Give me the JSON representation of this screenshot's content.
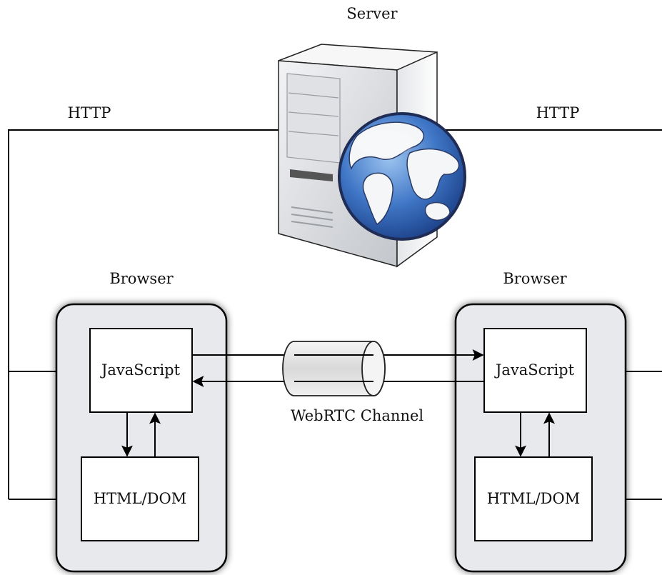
{
  "diagram": {
    "server": {
      "label": "Server",
      "icon": "server-with-globe-icon"
    },
    "http_left": "HTTP",
    "http_right": "HTTP",
    "channel": {
      "label": "WebRTC Channel",
      "icon": "cylinder-pipe-icon"
    },
    "browser_left": {
      "label": "Browser",
      "js": "JavaScript",
      "dom": "HTML/DOM"
    },
    "browser_right": {
      "label": "Browser",
      "js": "JavaScript",
      "dom": "HTML/DOM"
    },
    "colors": {
      "stroke": "#000000",
      "browser_fill": "#e8e9ed",
      "globe_ocean": "#3b6fc0",
      "globe_land": "#f4f6f8",
      "server_body": "#d8dadd"
    }
  }
}
